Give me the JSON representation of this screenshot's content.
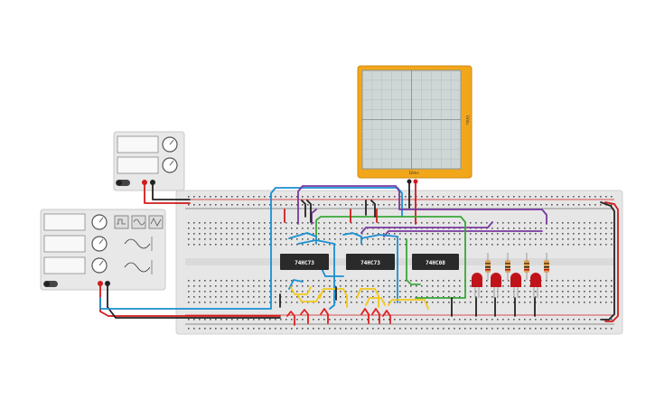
{
  "chips": [
    {
      "label": "74HC73"
    },
    {
      "label": "74HC73"
    },
    {
      "label": "74HC08"
    }
  ],
  "oscilloscope": {
    "time_label": "10ms",
    "volt_label": "1Vdiv"
  },
  "colors": {
    "breadboard": "#e5e5e5",
    "rail_red": "#d11a1a",
    "rail_black": "#222222",
    "scope_frame": "#f2a71b",
    "scope_screen": "#cfd6d6",
    "chip": "#2a2a2a",
    "wire_blue": "#1a8fd1",
    "wire_purple": "#7a3aa0",
    "wire_green": "#3aa83a",
    "wire_yellow": "#f2c81a",
    "wire_red": "#e02020",
    "led_red": "#c0141a"
  },
  "icons": {
    "waves": [
      "square-wave-icon",
      "sine-wave-icon",
      "triangle-wave-icon"
    ]
  }
}
